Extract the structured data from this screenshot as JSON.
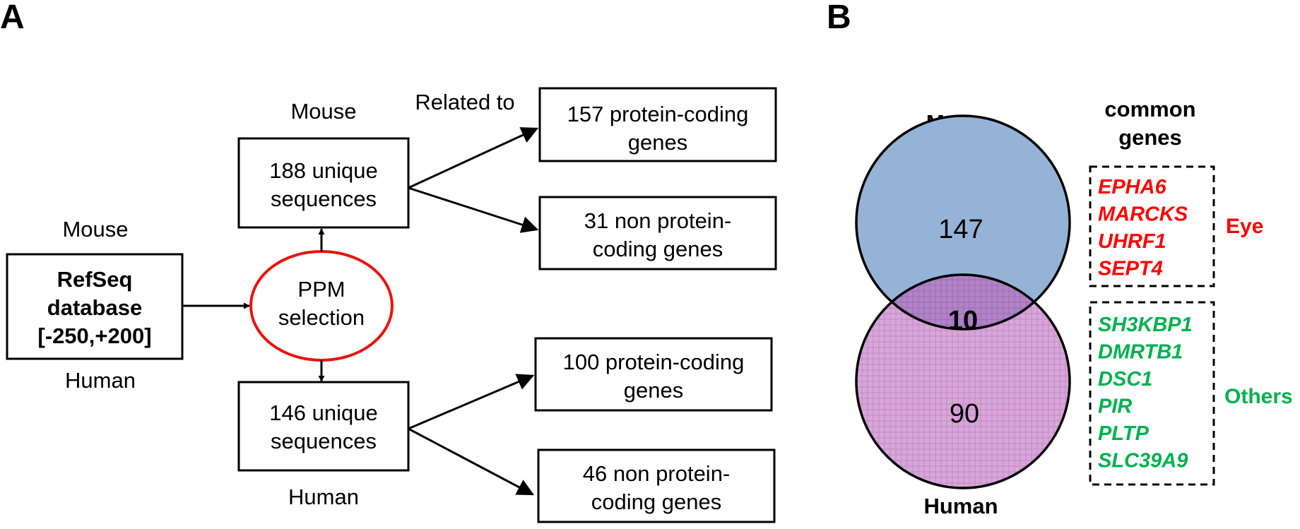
{
  "panel_a": {
    "label": "A",
    "source": {
      "top_label": "Mouse",
      "bottom_label": "Human",
      "lines": [
        "RefSeq",
        "database",
        "[-250,+200]"
      ]
    },
    "selection": {
      "lines": [
        "PPM",
        "selection"
      ]
    },
    "mouse_seq": {
      "top_label": "Mouse",
      "lines": [
        "188 unique",
        "sequences"
      ]
    },
    "human_seq": {
      "bottom_label": "Human",
      "lines": [
        "146 unique",
        "sequences"
      ]
    },
    "related_label": "Related to",
    "mouse_outputs": [
      {
        "lines": [
          "157 protein-coding",
          "genes"
        ]
      },
      {
        "lines": [
          "31 non protein-",
          "coding genes"
        ]
      }
    ],
    "human_outputs": [
      {
        "lines": [
          "100 protein-coding",
          "genes"
        ]
      },
      {
        "lines": [
          "46 non protein-",
          "coding genes"
        ]
      }
    ]
  },
  "panel_b": {
    "label": "B",
    "venn": {
      "mouse_label": "Mouse",
      "human_label": "Human",
      "mouse_only": "147",
      "overlap": "10",
      "human_only": "90",
      "mouse_color": "#95b3d7",
      "human_color": "#d9a6d9",
      "overlap_color": "#b183c7"
    },
    "common_genes_title": [
      "common",
      "genes"
    ],
    "eye_group": {
      "label": "Eye",
      "color": "#ff0000",
      "genes": [
        "EPHA6",
        "MARCKS",
        "UHRF1",
        "SEPT4"
      ]
    },
    "others_group": {
      "label": "Others",
      "color": "#00b050",
      "genes": [
        "SH3KBP1",
        "DMRTB1",
        "DSC1",
        "PIR",
        "PLTP",
        "SLC39A9"
      ]
    }
  }
}
